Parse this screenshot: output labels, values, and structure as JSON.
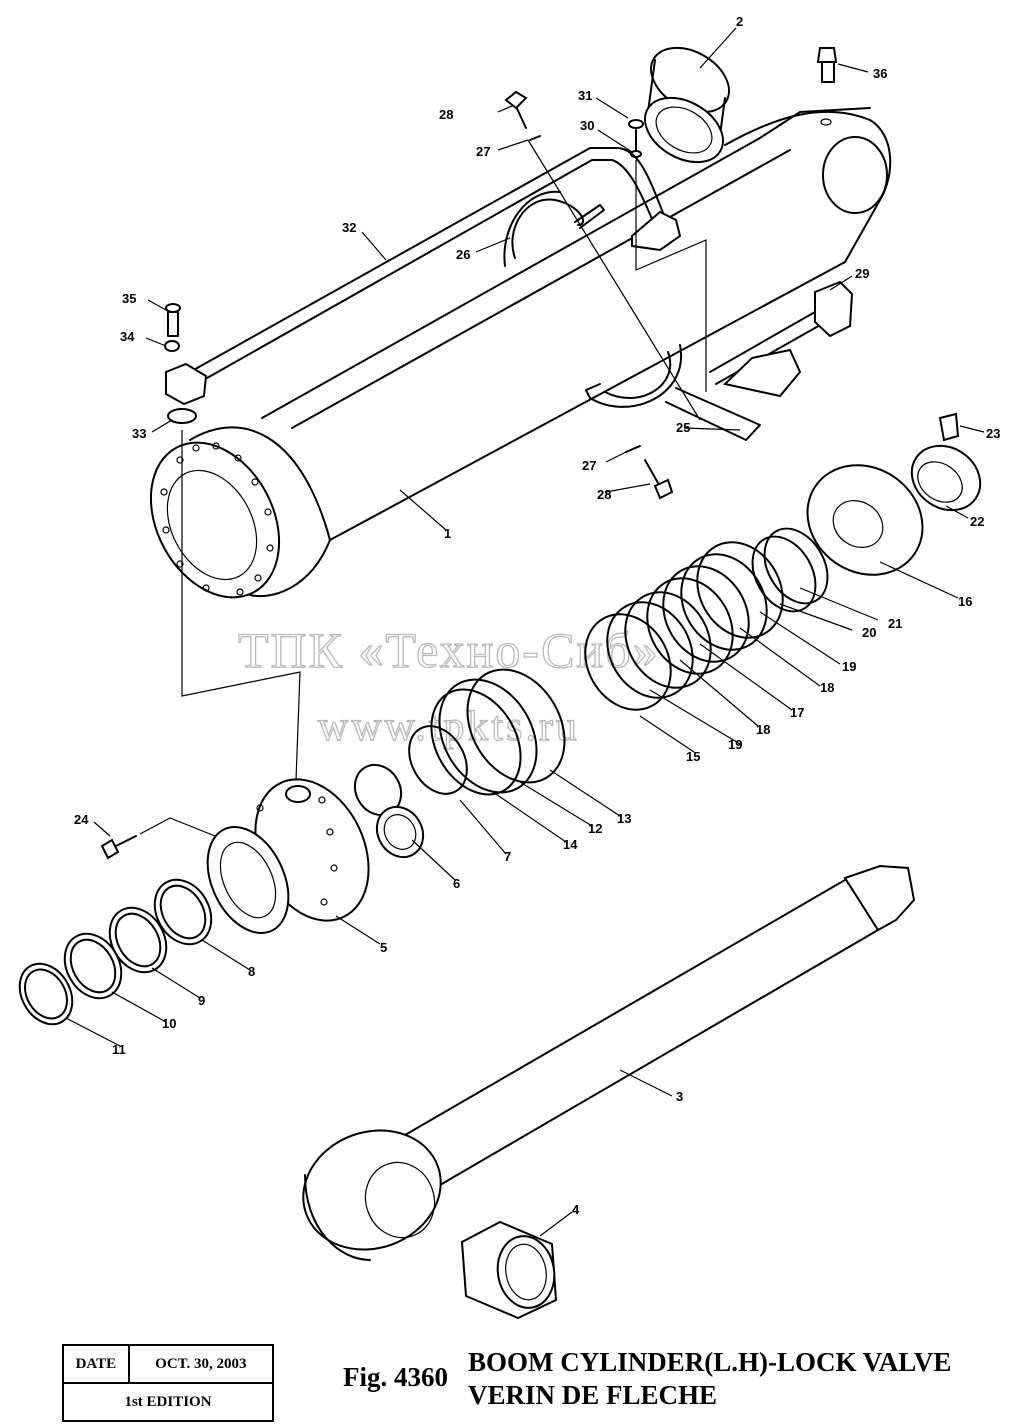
{
  "figure": {
    "number": "Fig. 4360",
    "title_en": "BOOM CYLINDER(L.H)-LOCK VALVE",
    "title_fr": "VERIN DE FLECHE"
  },
  "info_block": {
    "date_label": "DATE",
    "date_value": "OCT. 30, 2003",
    "edition": "1st EDITION"
  },
  "watermark": {
    "line1": "ТПК «Техно-Сиб»",
    "line2": "www.tpkts.ru"
  },
  "callouts": [
    "1",
    "2",
    "3",
    "4",
    "5",
    "6",
    "7",
    "8",
    "9",
    "10",
    "11",
    "12",
    "13",
    "14",
    "15",
    "16",
    "17",
    "18",
    "18",
    "19",
    "19",
    "20",
    "21",
    "22",
    "23",
    "24",
    "25",
    "26",
    "27",
    "27",
    "28",
    "28",
    "29",
    "30",
    "31",
    "32",
    "33",
    "34",
    "35",
    "36"
  ]
}
